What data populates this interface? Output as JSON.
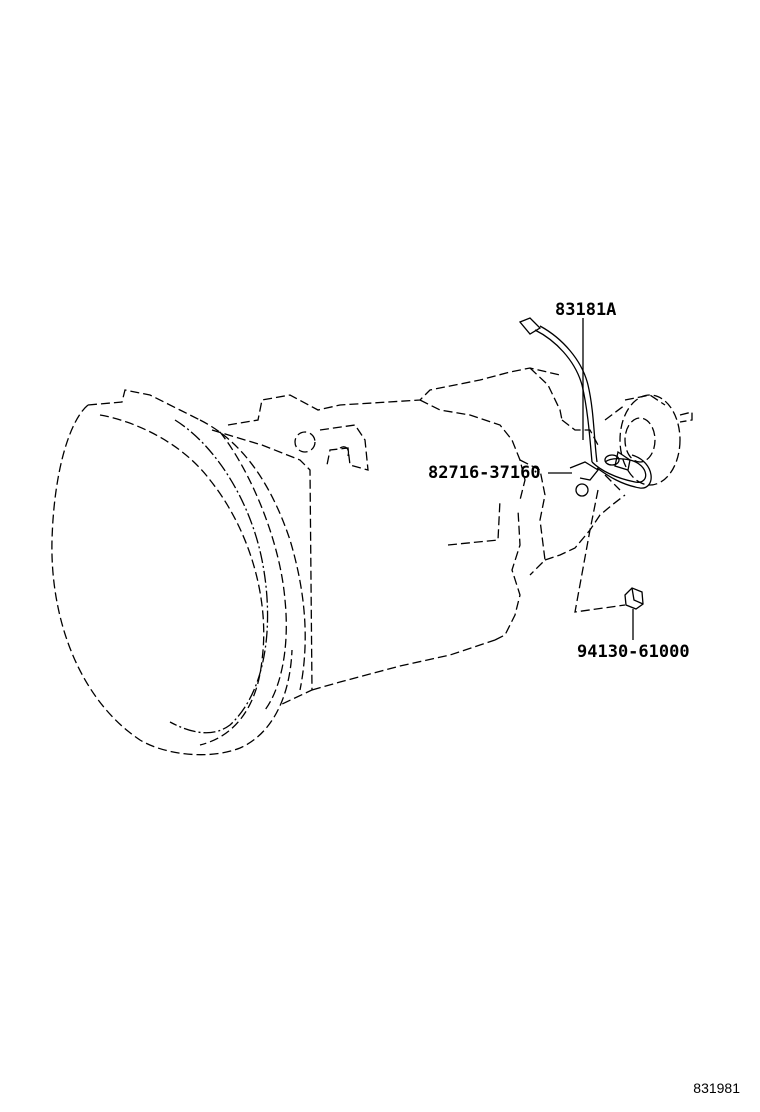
{
  "parts": [
    {
      "id": "speed-sensor",
      "number": "83181A"
    },
    {
      "id": "clamp",
      "number": "82716-37160"
    },
    {
      "id": "nut",
      "number": "94130-61000"
    }
  ],
  "figure_id": "831981",
  "colors": {
    "line": "#000000",
    "background": "#ffffff"
  }
}
